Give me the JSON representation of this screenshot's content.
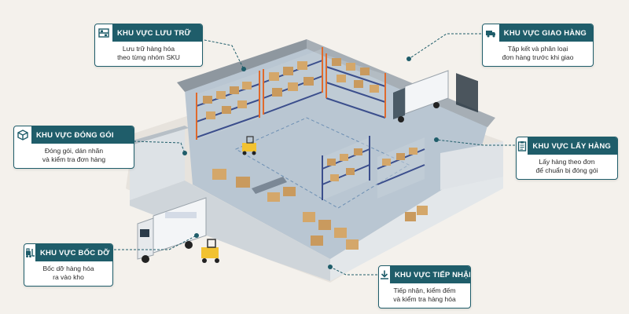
{
  "zones": {
    "storage": {
      "title": "KHU VỰC LƯU TRỮ",
      "line1": "Lưu trữ hàng hóa",
      "line2": "theo từng nhóm SKU",
      "icon": "shelving-icon"
    },
    "shipping": {
      "title": "KHU VỰC GIAO HÀNG",
      "line1": "Tập kết và phân loại",
      "line2": "đơn hàng trước khi giao",
      "icon": "truck-icon"
    },
    "packing": {
      "title": "KHU VỰC ĐÓNG GÓI",
      "line1": "Đóng gói, dán nhãn",
      "line2": "và kiểm tra đơn hàng",
      "icon": "package-icon"
    },
    "picking": {
      "title": "KHU VỰC LẤY HÀNG",
      "line1": "Lấy hàng theo đơn",
      "line2": "để chuẩn bị đóng gói",
      "icon": "clipboard-icon"
    },
    "loading": {
      "title": "KHU VỰC BỐC DỠ",
      "line1": "Bốc dỡ hàng hóa",
      "line2": "ra vào kho",
      "icon": "forklift-icon"
    },
    "receiving": {
      "title": "KHU VỰC TIẾP NHẬN",
      "line1": "Tiếp nhận, kiểm đếm",
      "line2": "và kiểm tra hàng hóa",
      "icon": "download-icon"
    }
  },
  "colors": {
    "accent": "#1f5d6a",
    "floor": "#b9c6d2",
    "wall": "#dde2e6",
    "box": "#c99a5e",
    "rack": "#3b4e8c",
    "forklift": "#f2c230"
  }
}
